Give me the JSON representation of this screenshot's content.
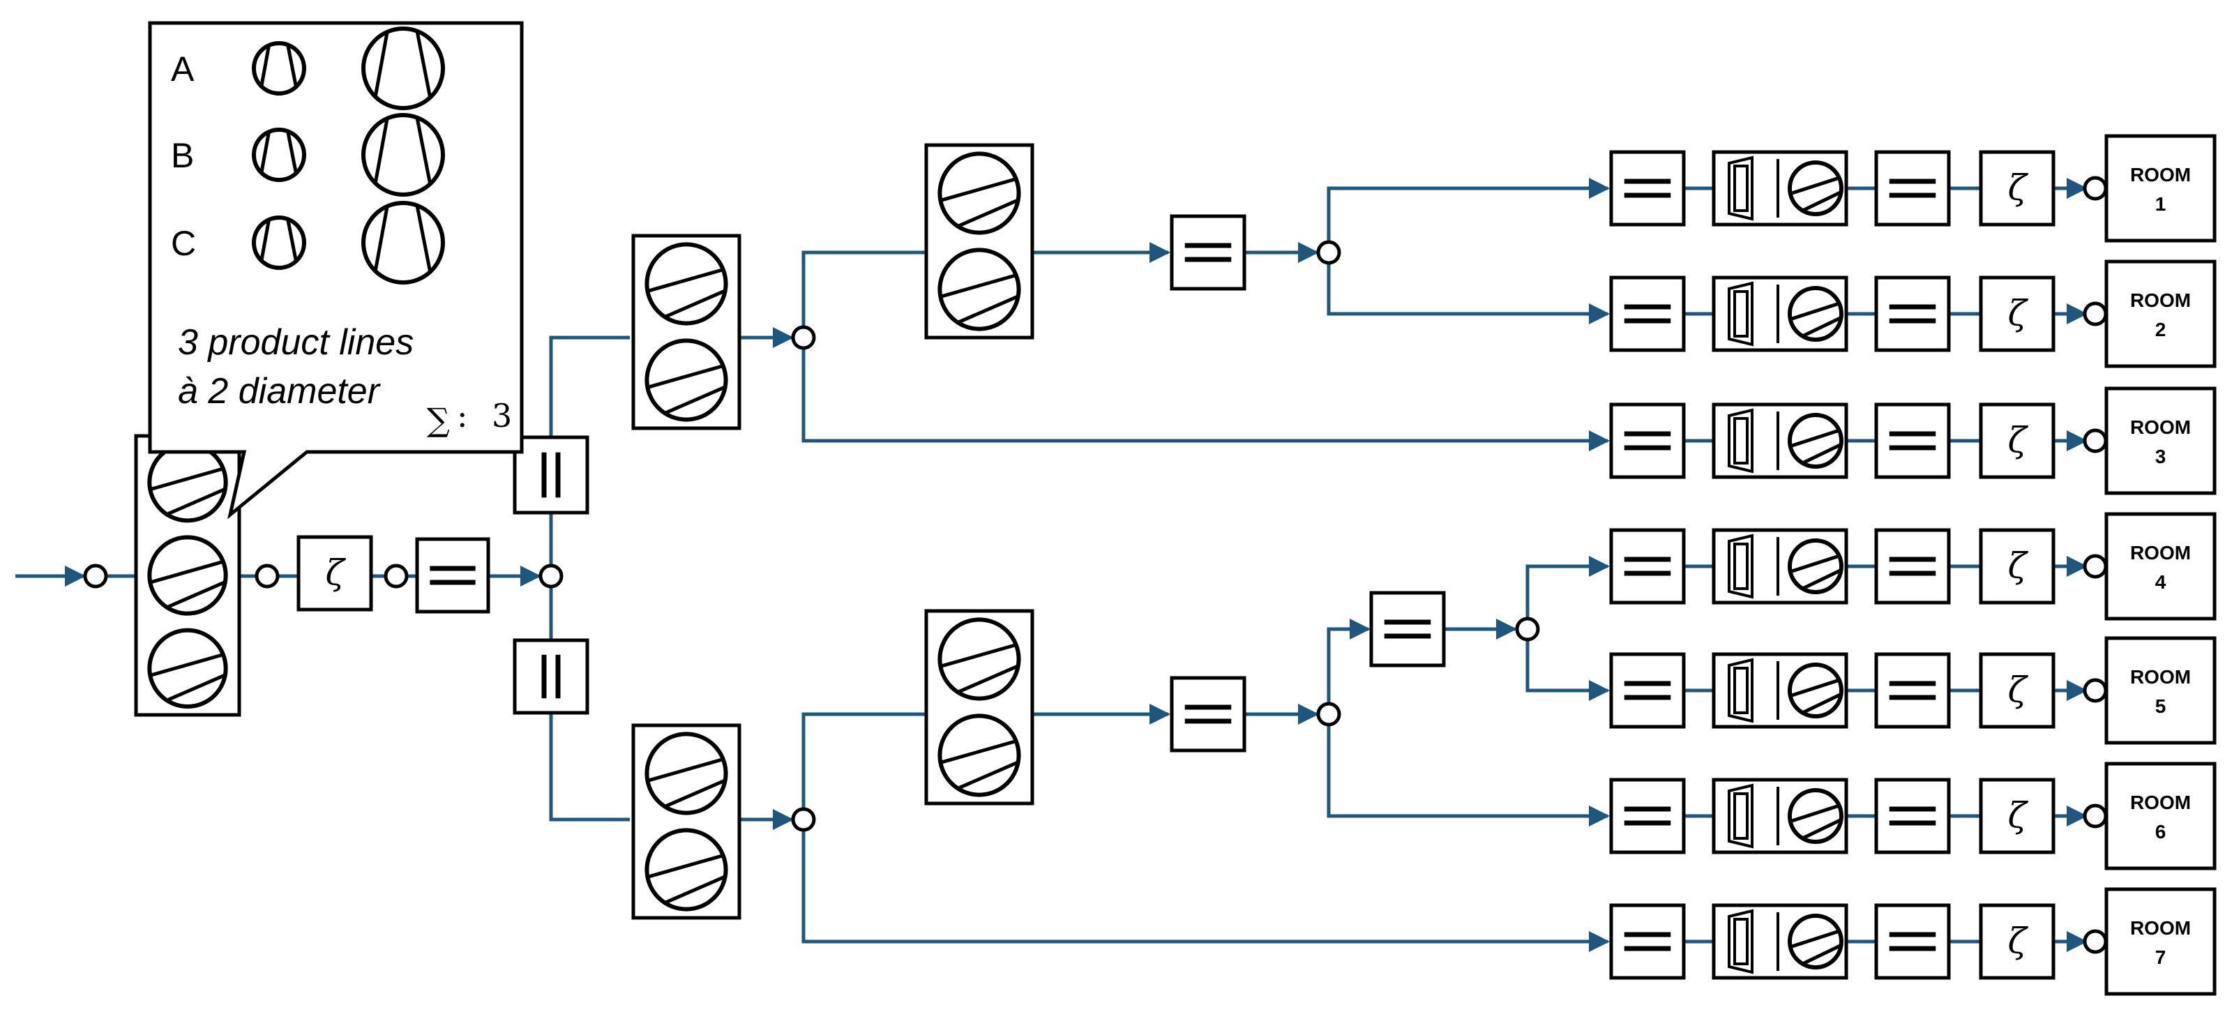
{
  "legend": {
    "rows": [
      {
        "letter": "A"
      },
      {
        "letter": "B"
      },
      {
        "letter": "C"
      }
    ],
    "note_line1": "3 product lines",
    "note_line2": "à 2 diameter",
    "sum_symbol": "∑",
    "sum_separator": ":",
    "sum_value": "3"
  },
  "symbols": {
    "zeta": "ζ"
  },
  "rooms": [
    {
      "word": "ROOM",
      "number": "1"
    },
    {
      "word": "ROOM",
      "number": "2"
    },
    {
      "word": "ROOM",
      "number": "3"
    },
    {
      "word": "ROOM",
      "number": "4"
    },
    {
      "word": "ROOM",
      "number": "5"
    },
    {
      "word": "ROOM",
      "number": "6"
    },
    {
      "word": "ROOM",
      "number": "7"
    }
  ],
  "colors": {
    "wire": "#1f567e",
    "outline": "#000000",
    "background": "#ffffff"
  }
}
